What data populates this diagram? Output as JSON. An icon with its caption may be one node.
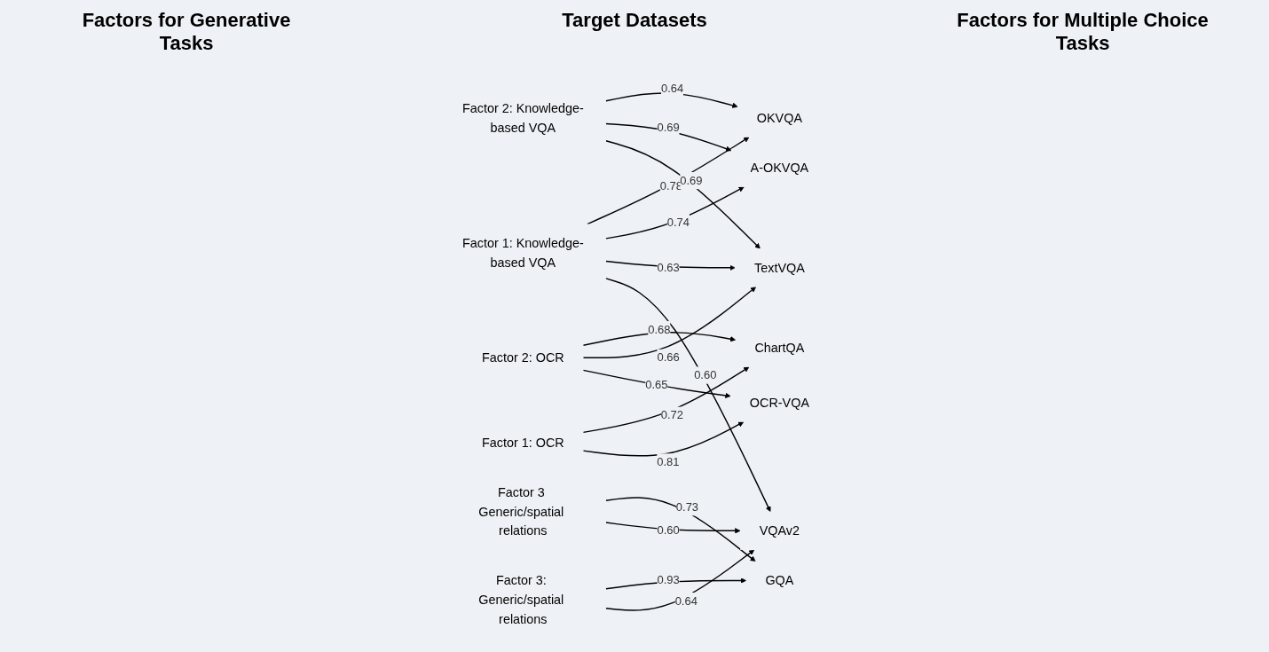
{
  "diagram": {
    "nodes": [
      {
        "text": [
          "Factor 1: Knowledge-based VQA"
        ]
      },
      {
        "text": [
          "Factor 2: OCR"
        ]
      },
      {
        "text": [
          "Factor 3 Generic/spatial relations"
        ]
      },
      {
        "text": [
          "OKVQA"
        ]
      },
      {
        "text": [
          "A-OKVQA"
        ]
      },
      {
        "text": [
          "ChartQA"
        ]
      },
      {
        "text": [
          "TextVQA"
        ]
      },
      {
        "text": [
          "OCR-VQA"
        ]
      },
      {
        "text": [
          "GQA"
        ]
      },
      {
        "text": [
          "VQAv2"
        ]
      },
      {
        "text": [
          "Factor 2: Knowledge-based VQA"
        ]
      },
      {
        "text": [
          "Factor 1: OCR"
        ]
      },
      {
        "text": [
          "Factor 3: Generic/spatial relations"
        ]
      }
    ],
    "edges": [
      {
        "from": 0,
        "to": 3,
        "arrow": "to",
        "label": "0.78"
      },
      {
        "from": 0,
        "to": 4,
        "arrow": "to",
        "label": "0.74"
      },
      {
        "from": 0,
        "to": 6,
        "arrow": "to",
        "label": "0.63"
      },
      {
        "from": 0,
        "to": 9,
        "arrow": "to",
        "label": "0.60"
      },
      {
        "from": 1,
        "to": 5,
        "arrow": "to",
        "label": "0.68"
      },
      {
        "from": 1,
        "to": 6,
        "arrow": "to",
        "label": "0.66"
      },
      {
        "from": 1,
        "to": 7,
        "arrow": "to",
        "label": "0.65"
      },
      {
        "from": 2,
        "to": 8,
        "arrow": "to",
        "label": "0.73"
      },
      {
        "from": 2,
        "to": 9,
        "arrow": "to",
        "label": "0.60"
      },
      {
        "from": 10,
        "to": 3,
        "arrow": "to",
        "label": "0.64"
      },
      {
        "from": 10,
        "to": 4,
        "arrow": "to",
        "label": "0.69"
      },
      {
        "from": 10,
        "to": 6,
        "arrow": "to",
        "label": "0.69"
      },
      {
        "from": 11,
        "to": 5,
        "arrow": "to",
        "label": "0.72"
      },
      {
        "from": 11,
        "to": 7,
        "arrow": "to",
        "label": "0.81"
      },
      {
        "from": 12,
        "to": 8,
        "arrow": "to",
        "label": "0.93"
      },
      {
        "from": 12,
        "to": 9,
        "arrow": "to",
        "label": "0.64"
      }
    ],
    "labels": [
      "Factors for Generative Tasks",
      "Target Datasets",
      "Factors for Multiple Choice Tasks"
    ]
  }
}
